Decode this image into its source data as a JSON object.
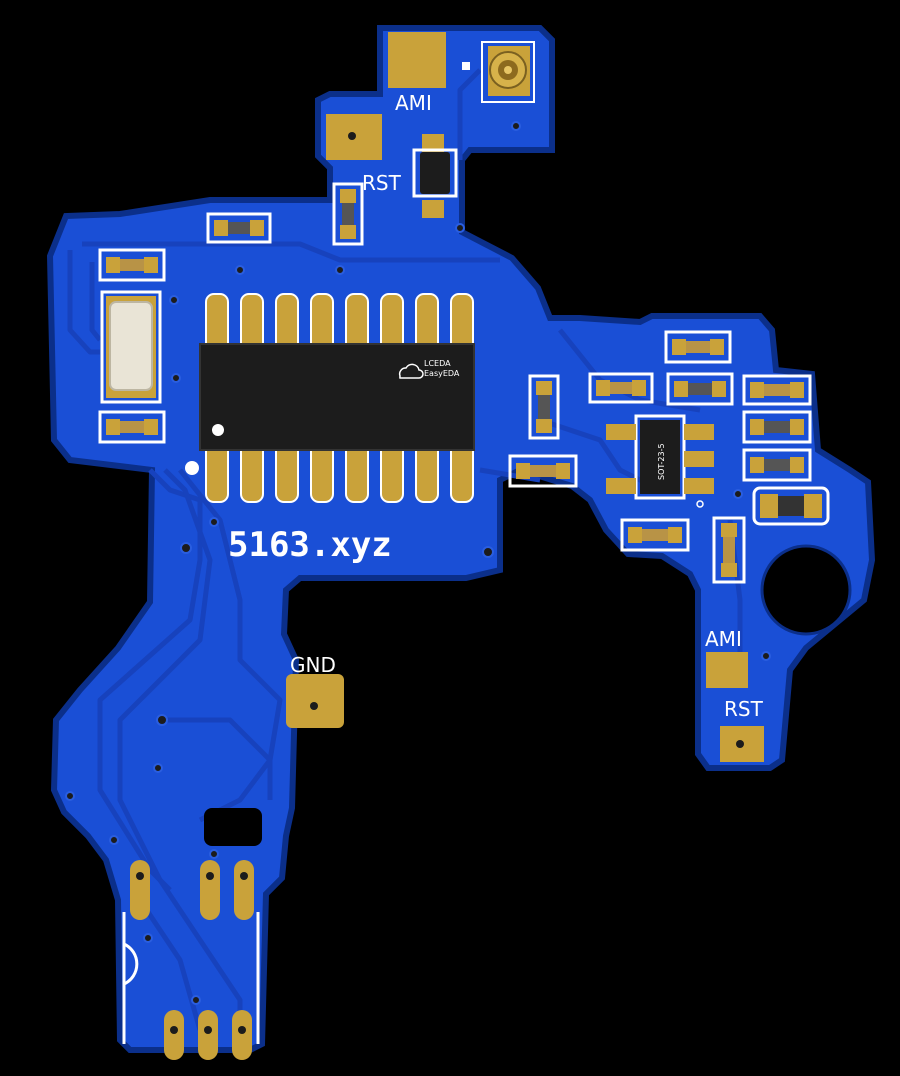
{
  "board": {
    "colors": {
      "background": "#000000",
      "board_edge": "#0b2f8a",
      "copper_pour": "#1a4fd6",
      "trace": "#1845c4",
      "pad_gold": "#c9a23a",
      "silkscreen": "#ffffff",
      "ic_body": "#1c1c1c",
      "hole": "#000000"
    },
    "labels": {
      "ami_top": "AMI",
      "rst_top": "RST",
      "gnd": "GND",
      "ami_right": "AMI",
      "rst_right": "RST",
      "website": "5163.xyz",
      "ic_logo_line1": "LCEDA",
      "ic_logo_line2": "EasyEDA",
      "regulator_marking": "SOT-23-5"
    }
  }
}
